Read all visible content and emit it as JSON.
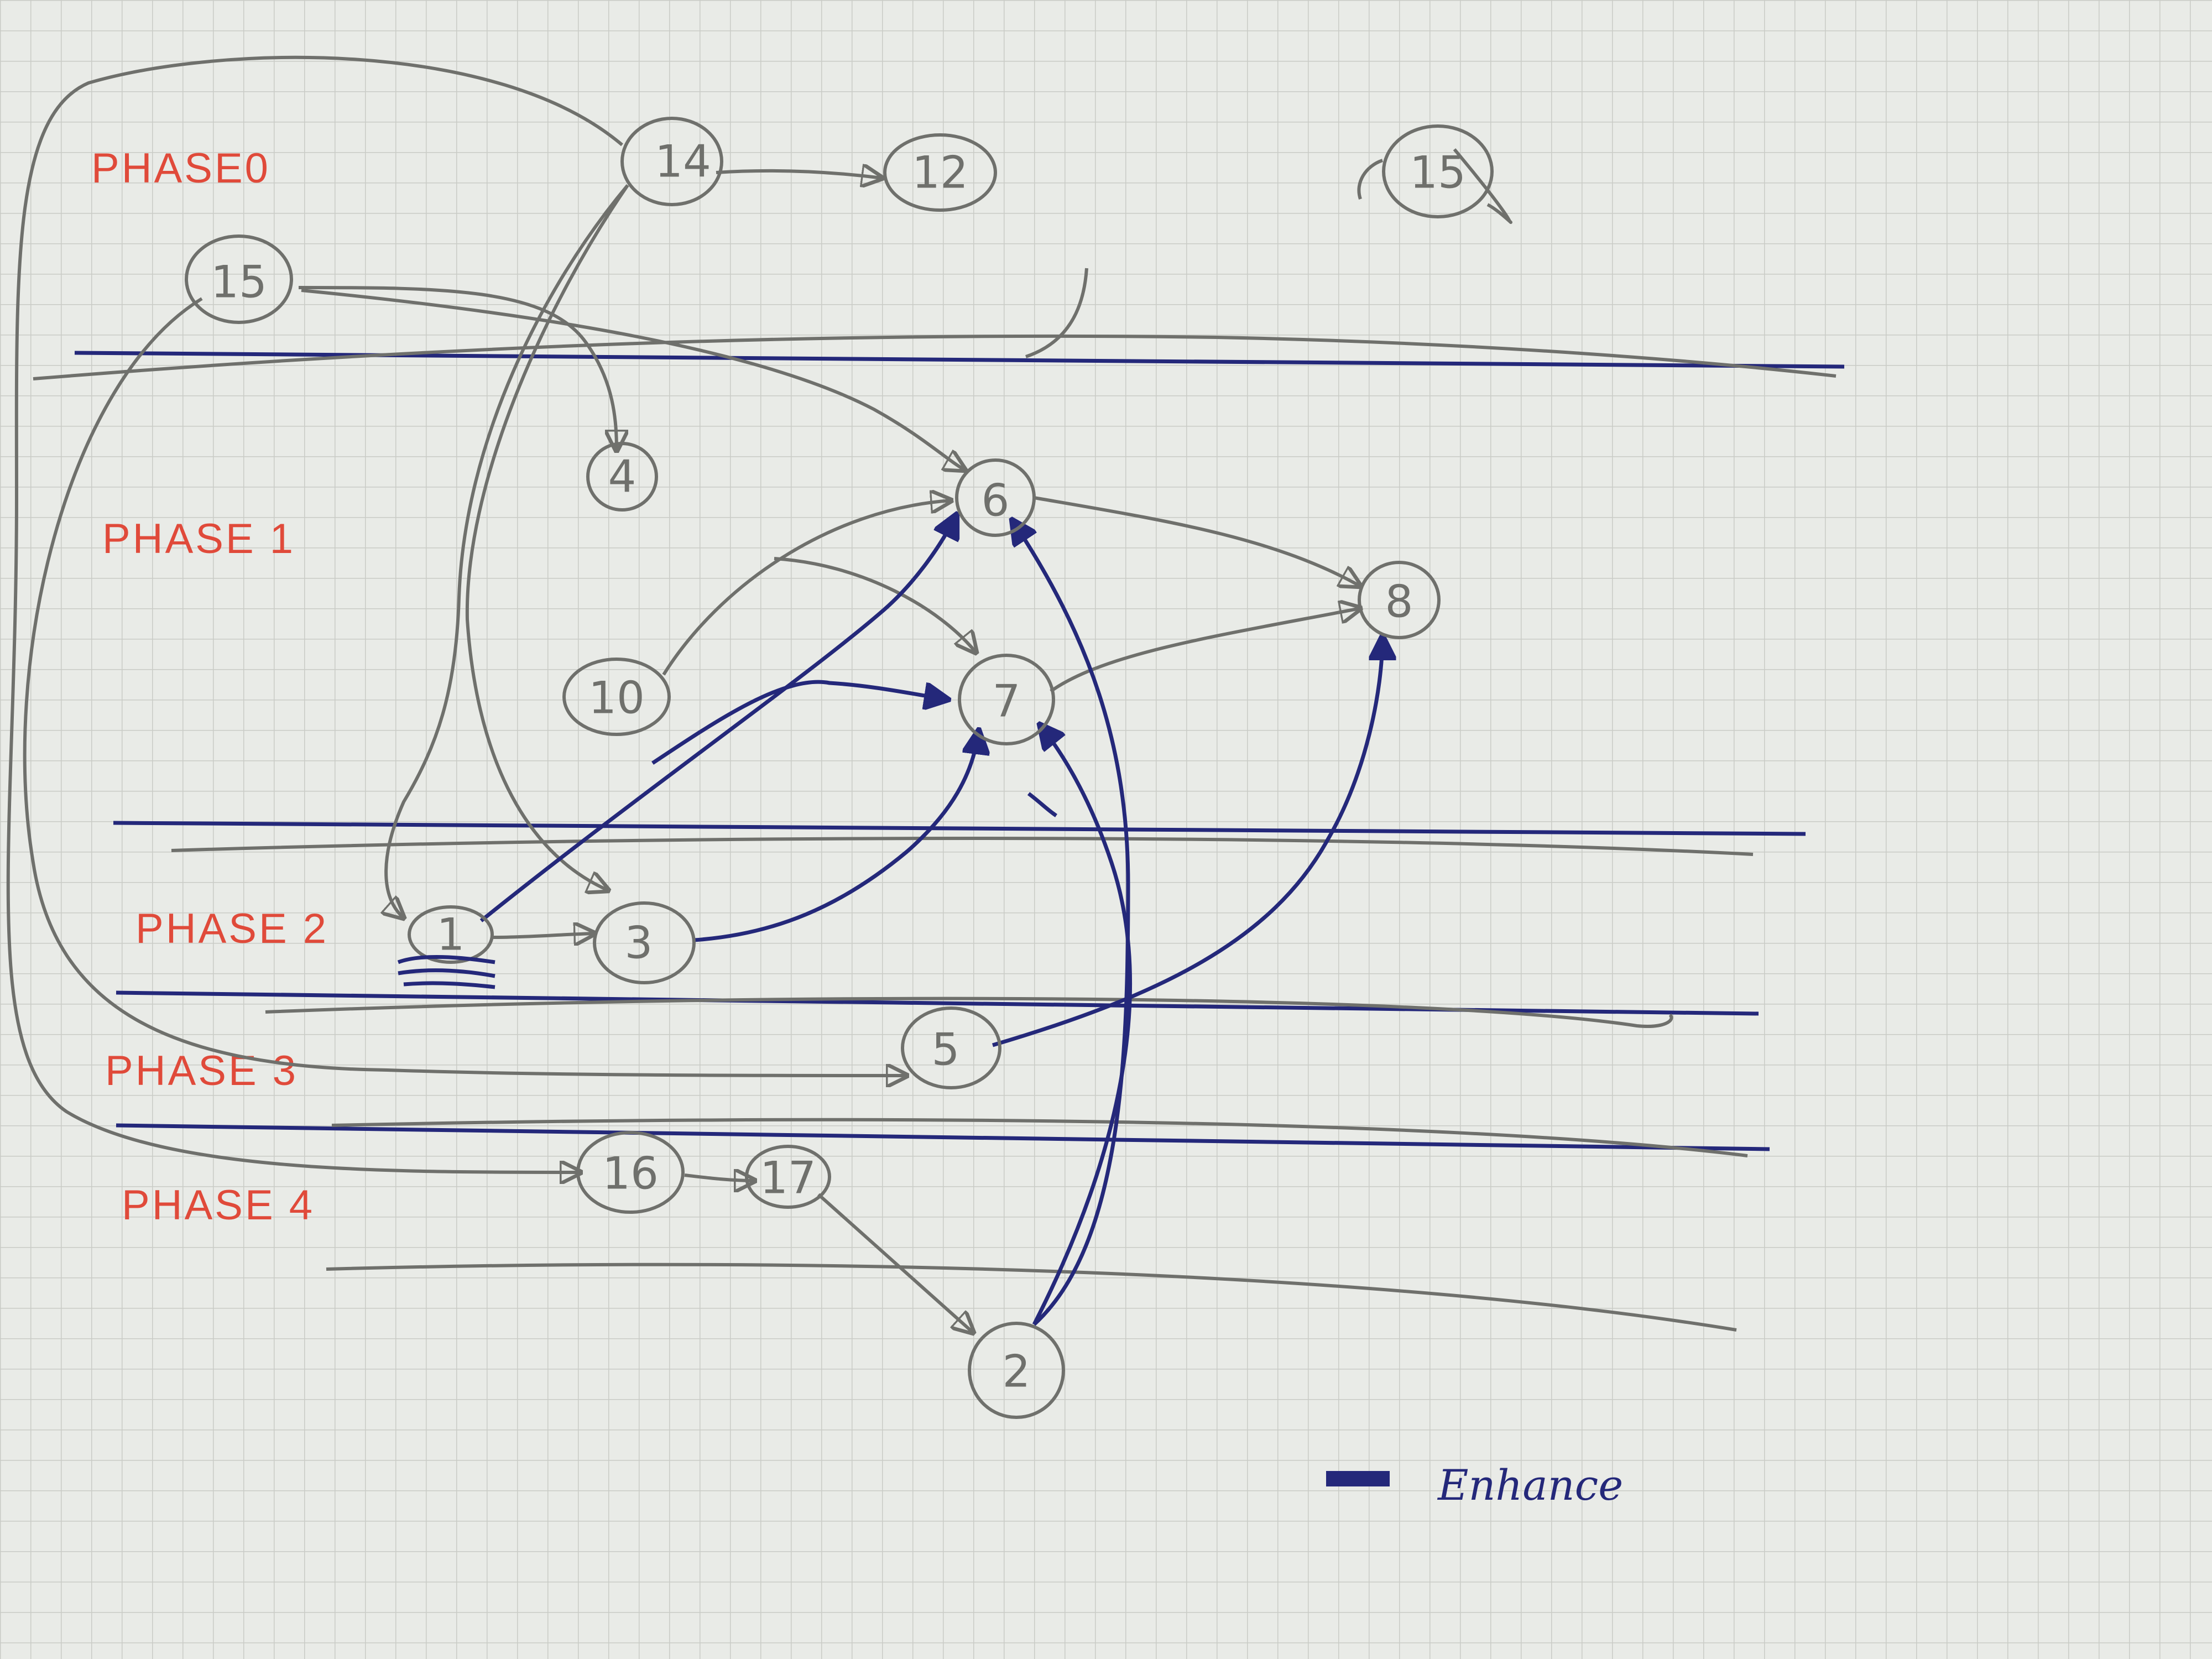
{
  "phases": [
    {
      "label": "PHASE0"
    },
    {
      "label": "PHASE 1"
    },
    {
      "label": "PHASE 2"
    },
    {
      "label": "PHASE 3"
    },
    {
      "label": "PHASE 4"
    }
  ],
  "nodes": [
    {
      "id": "14",
      "label": "14"
    },
    {
      "id": "12",
      "label": "12"
    },
    {
      "id": "15",
      "label": "15"
    },
    {
      "id": "15b",
      "label": "15",
      "crossed_out": true
    },
    {
      "id": "4",
      "label": "4"
    },
    {
      "id": "6",
      "label": "6"
    },
    {
      "id": "8",
      "label": "8"
    },
    {
      "id": "10",
      "label": "10"
    },
    {
      "id": "7",
      "label": "7"
    },
    {
      "id": "1",
      "label": "1"
    },
    {
      "id": "3",
      "label": "3"
    },
    {
      "id": "5",
      "label": "5"
    },
    {
      "id": "16",
      "label": "16"
    },
    {
      "id": "17",
      "label": "17"
    },
    {
      "id": "2",
      "label": "2"
    }
  ],
  "edges": [
    {
      "from": "14",
      "to": "12",
      "kind": "normal"
    },
    {
      "from": "14",
      "to": "1",
      "kind": "normal"
    },
    {
      "from": "14",
      "to": "3",
      "kind": "normal"
    },
    {
      "from": "14",
      "to": "16",
      "kind": "normal"
    },
    {
      "from": "15",
      "to": "4",
      "kind": "normal"
    },
    {
      "from": "15",
      "to": "6",
      "kind": "normal"
    },
    {
      "from": "15",
      "to": "5",
      "kind": "normal"
    },
    {
      "from": "10",
      "to": "6",
      "kind": "normal"
    },
    {
      "from": "10",
      "to": "7",
      "kind": "normal"
    },
    {
      "from": "6",
      "to": "8",
      "kind": "normal"
    },
    {
      "from": "7",
      "to": "8",
      "kind": "normal"
    },
    {
      "from": "1",
      "to": "3",
      "kind": "normal"
    },
    {
      "from": "16",
      "to": "17",
      "kind": "normal"
    },
    {
      "from": "17",
      "to": "2",
      "kind": "normal"
    },
    {
      "from": "1",
      "to": "6",
      "kind": "enhance"
    },
    {
      "from": "1",
      "to": "7",
      "kind": "enhance"
    },
    {
      "from": "3",
      "to": "7",
      "kind": "enhance"
    },
    {
      "from": "5",
      "to": "8",
      "kind": "enhance"
    },
    {
      "from": "2",
      "to": "6",
      "kind": "enhance"
    },
    {
      "from": "2",
      "to": "7",
      "kind": "enhance"
    }
  ],
  "legend": {
    "label": "Enhance",
    "color": "#24287a"
  },
  "colors": {
    "paper": "#e9ebe7",
    "grid": "#c9cbc6",
    "pencil": "#6f706c",
    "ink": "#24287a",
    "phase_label": "#e04a3a"
  }
}
